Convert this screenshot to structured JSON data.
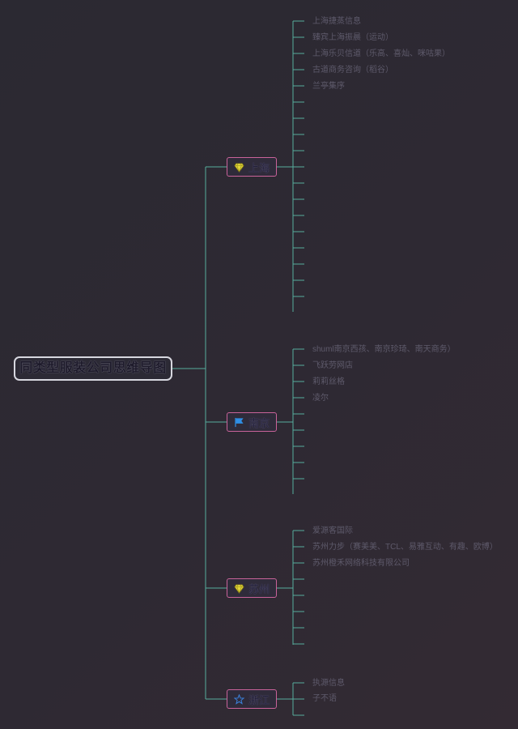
{
  "root": {
    "label": "同类型服装公司思维导图"
  },
  "branches": [
    {
      "label": "上海",
      "icon": "diamond-icon",
      "leaves": [
        "上海捷蒸信息",
        "臻宾上海振晨（运动）",
        "上海乐贝信道（乐高、喜灿、咪咕果）",
        "古道商务咨询（稻谷）",
        "兰亭集序"
      ]
    },
    {
      "label": "南京",
      "icon": "flag-icon",
      "leaves": [
        "shuml南京西孩、南京珍琦、南天商务）",
        "飞跃劳网店",
        "莉莉丝格",
        "凌尔"
      ]
    },
    {
      "label": "苏州",
      "icon": "diamond-icon",
      "leaves": [
        "爱源客国际",
        "苏州力步（赛美美、TCL、易雅互动、有趣、欧博）",
        "苏州橙禾网络科技有限公司"
      ]
    },
    {
      "label": "浙江",
      "icon": "star-icon",
      "leaves": [
        "执源信息",
        "子不语"
      ]
    }
  ],
  "colors": {
    "connector": "#56ad9c",
    "branch_border": "#c9639a",
    "diamond": "#e3d83a",
    "flag": "#2f8fe6",
    "star": "#3b7fd8"
  }
}
